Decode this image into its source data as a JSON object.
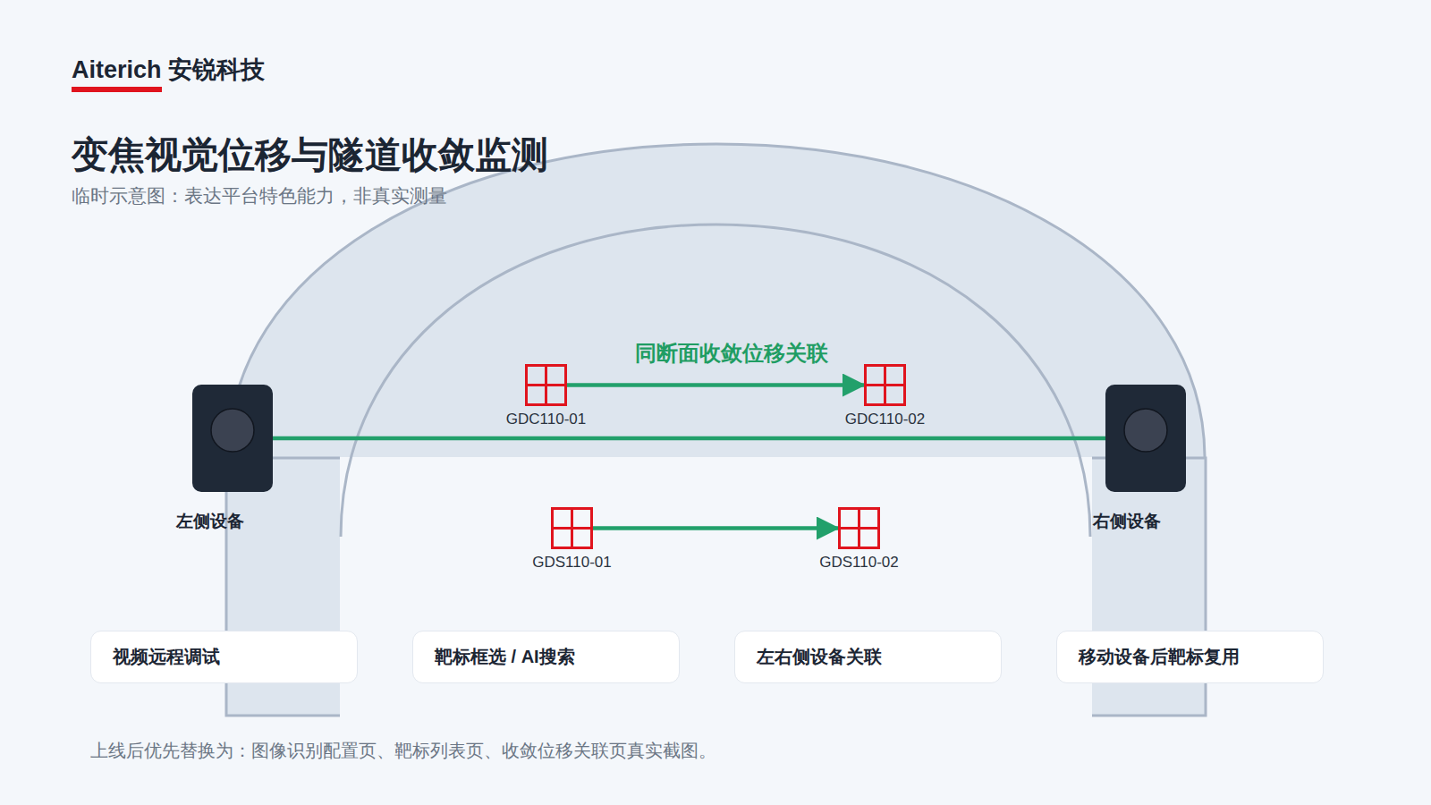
{
  "diagram": {
    "title": "变焦视觉位移与隧道收敛监测",
    "caption": "上线后优先替换为：图像识别配置页、靶标列表页、收敛位移关联页真实截图。",
    "nodes": [
      {
        "text": [
          "左侧设备"
        ]
      },
      {
        "text": [
          "GDC110-01"
        ]
      },
      {
        "text": [
          "GDC110-02"
        ]
      },
      {
        "text": [
          "右侧设备"
        ]
      },
      {
        "text": [
          "GDS110-01"
        ]
      },
      {
        "text": [
          "GDS110-02"
        ]
      },
      {
        "text": [
          "视频远程调试"
        ]
      },
      {
        "text": [
          "靶标框选 / AI搜索"
        ]
      },
      {
        "text": [
          "左右侧设备关联"
        ]
      },
      {
        "text": [
          "移动设备后靶标复用"
        ]
      }
    ],
    "edges": [
      {
        "from": 1,
        "to": 2,
        "label": "同断面收敛位移关联",
        "arrow": "to"
      },
      {
        "from": 4,
        "to": 5,
        "arrow": "to"
      },
      {
        "from": 0,
        "to": 3,
        "arrow": "none"
      }
    ],
    "labels": [
      "Aiterich 安锐科技",
      "临时示意图：表达平台特色能力，非真实测量"
    ]
  }
}
